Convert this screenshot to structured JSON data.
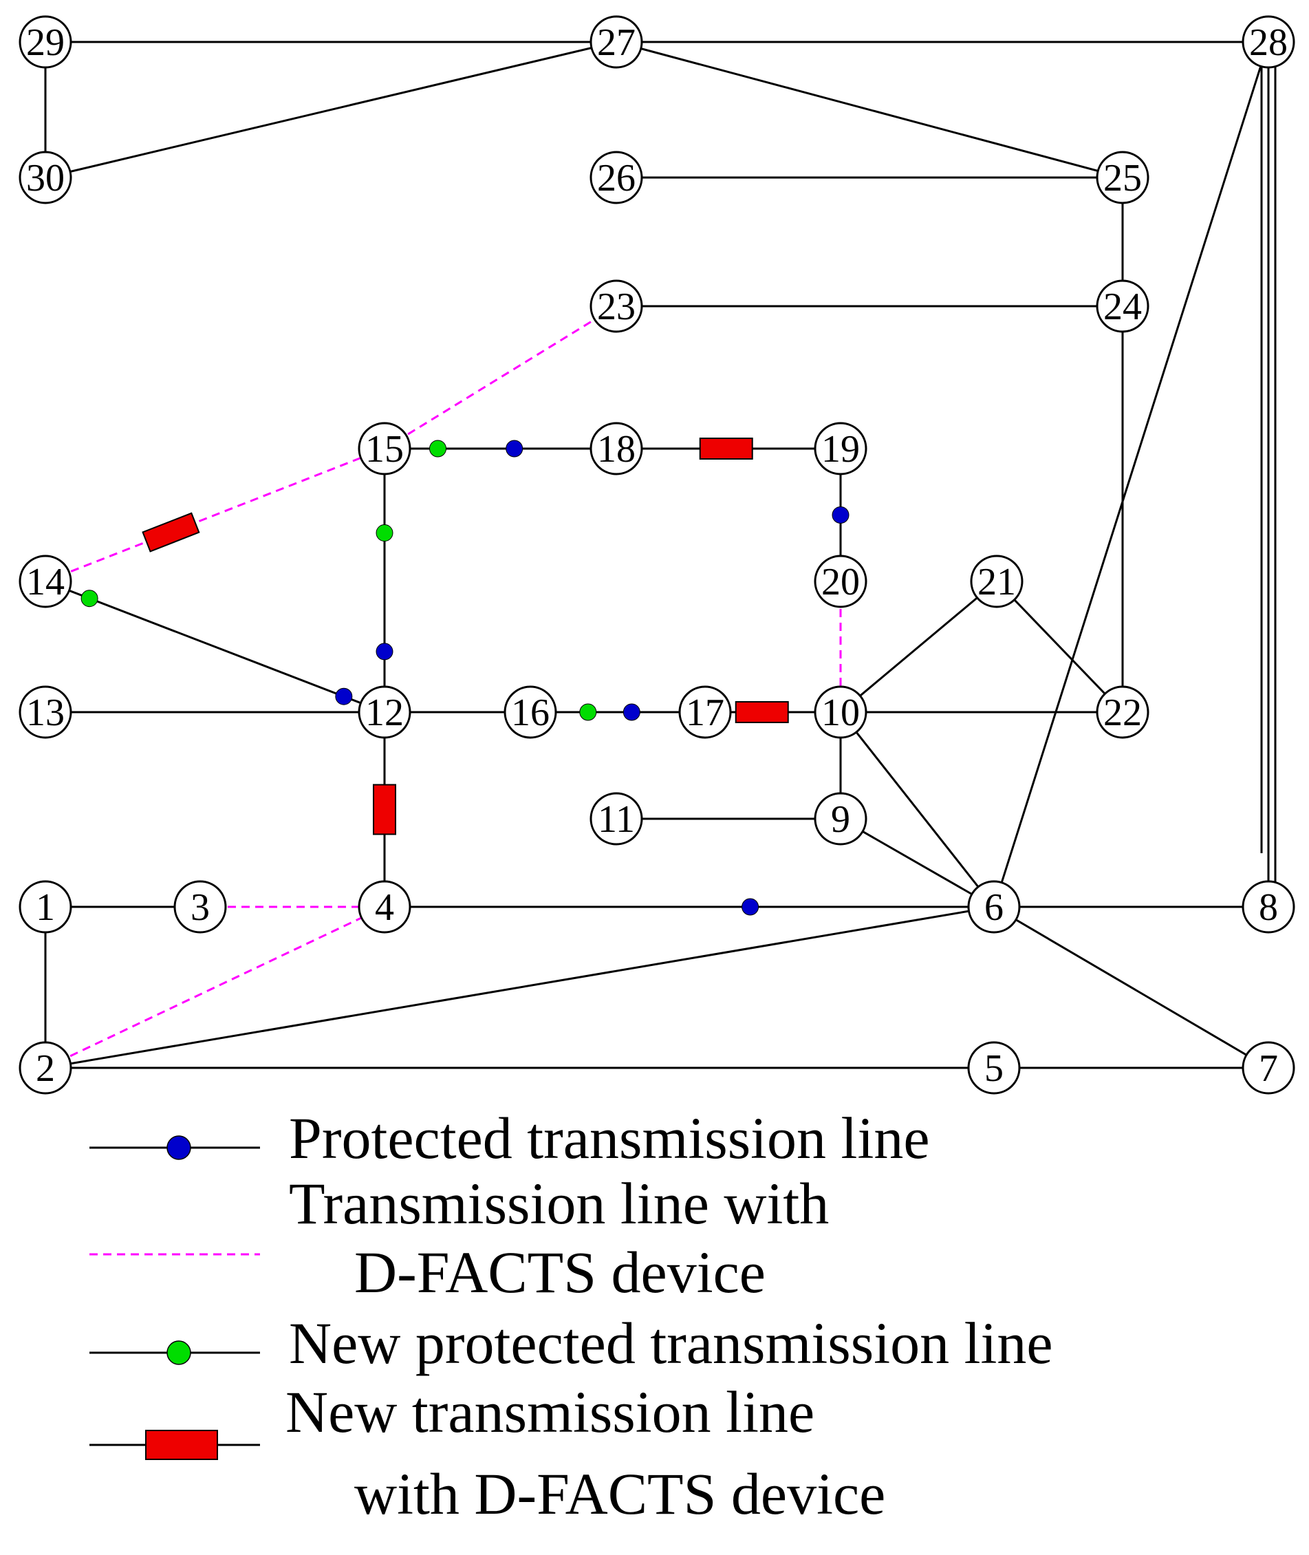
{
  "colors": {
    "line": "#000000",
    "dfacts_line": "#ff00ff",
    "protected_marker": "#0000cc",
    "new_protected_marker": "#00dd00",
    "dfacts_device": "#ee0000"
  },
  "buses": [
    {
      "id": "1",
      "label": "1"
    },
    {
      "id": "2",
      "label": "2"
    },
    {
      "id": "3",
      "label": "3"
    },
    {
      "id": "4",
      "label": "4"
    },
    {
      "id": "5",
      "label": "5"
    },
    {
      "id": "6",
      "label": "6"
    },
    {
      "id": "7",
      "label": "7"
    },
    {
      "id": "8",
      "label": "8"
    },
    {
      "id": "9",
      "label": "9"
    },
    {
      "id": "10",
      "label": "10"
    },
    {
      "id": "11",
      "label": "11"
    },
    {
      "id": "12",
      "label": "12"
    },
    {
      "id": "13",
      "label": "13"
    },
    {
      "id": "14",
      "label": "14"
    },
    {
      "id": "15",
      "label": "15"
    },
    {
      "id": "16",
      "label": "16"
    },
    {
      "id": "17",
      "label": "17"
    },
    {
      "id": "18",
      "label": "18"
    },
    {
      "id": "19",
      "label": "19"
    },
    {
      "id": "20",
      "label": "20"
    },
    {
      "id": "21",
      "label": "21"
    },
    {
      "id": "22",
      "label": "22"
    },
    {
      "id": "23",
      "label": "23"
    },
    {
      "id": "24",
      "label": "24"
    },
    {
      "id": "25",
      "label": "25"
    },
    {
      "id": "26",
      "label": "26"
    },
    {
      "id": "27",
      "label": "27"
    },
    {
      "id": "28",
      "label": "28"
    },
    {
      "id": "29",
      "label": "29"
    },
    {
      "id": "30",
      "label": "30"
    }
  ],
  "lines": [
    {
      "from": "1",
      "to": "2",
      "type": "normal"
    },
    {
      "from": "1",
      "to": "3",
      "type": "normal"
    },
    {
      "from": "3",
      "to": "4",
      "type": "dfacts"
    },
    {
      "from": "2",
      "to": "4",
      "type": "dfacts"
    },
    {
      "from": "2",
      "to": "5",
      "type": "normal"
    },
    {
      "from": "2",
      "to": "6",
      "type": "normal"
    },
    {
      "from": "4",
      "to": "6",
      "type": "protected"
    },
    {
      "from": "5",
      "to": "7",
      "type": "normal"
    },
    {
      "from": "6",
      "to": "7",
      "type": "normal"
    },
    {
      "from": "6",
      "to": "8",
      "type": "normal"
    },
    {
      "from": "6",
      "to": "9",
      "type": "normal"
    },
    {
      "from": "6",
      "to": "10",
      "type": "normal"
    },
    {
      "from": "6",
      "to": "28",
      "type": "normal"
    },
    {
      "from": "8",
      "to": "28",
      "type": "normal"
    },
    {
      "from": "9",
      "to": "10",
      "type": "normal"
    },
    {
      "from": "9",
      "to": "11",
      "type": "normal"
    },
    {
      "from": "4",
      "to": "12",
      "type": "new_dfacts"
    },
    {
      "from": "12",
      "to": "13",
      "type": "normal"
    },
    {
      "from": "12",
      "to": "14",
      "type": "protected_new_protected"
    },
    {
      "from": "12",
      "to": "15",
      "type": "protected_new_protected"
    },
    {
      "from": "12",
      "to": "16",
      "type": "normal"
    },
    {
      "from": "14",
      "to": "15",
      "type": "dfacts_new_dfacts"
    },
    {
      "from": "15",
      "to": "18",
      "type": "protected_new_protected"
    },
    {
      "from": "15",
      "to": "23",
      "type": "dfacts"
    },
    {
      "from": "16",
      "to": "17",
      "type": "protected_new_protected"
    },
    {
      "from": "17",
      "to": "10",
      "type": "new_dfacts"
    },
    {
      "from": "18",
      "to": "19",
      "type": "new_dfacts"
    },
    {
      "from": "19",
      "to": "20",
      "type": "protected"
    },
    {
      "from": "20",
      "to": "10",
      "type": "dfacts"
    },
    {
      "from": "10",
      "to": "21",
      "type": "normal"
    },
    {
      "from": "10",
      "to": "22",
      "type": "normal"
    },
    {
      "from": "21",
      "to": "22",
      "type": "normal"
    },
    {
      "from": "22",
      "to": "24",
      "type": "normal"
    },
    {
      "from": "23",
      "to": "24",
      "type": "normal"
    },
    {
      "from": "24",
      "to": "25",
      "type": "normal"
    },
    {
      "from": "25",
      "to": "26",
      "type": "normal"
    },
    {
      "from": "25",
      "to": "27",
      "type": "normal"
    },
    {
      "from": "27",
      "to": "28",
      "type": "normal"
    },
    {
      "from": "27",
      "to": "29",
      "type": "normal"
    },
    {
      "from": "27",
      "to": "30",
      "type": "normal"
    },
    {
      "from": "29",
      "to": "30",
      "type": "normal"
    }
  ],
  "legend": {
    "protected": "Protected transmission line",
    "dfacts_line1": "Transmission line with",
    "dfacts_line2": "D-FACTS device",
    "new_protected": "New protected transmission line",
    "new_dfacts_line1": "New transmission line",
    "new_dfacts_line2": "with D-FACTS device"
  }
}
